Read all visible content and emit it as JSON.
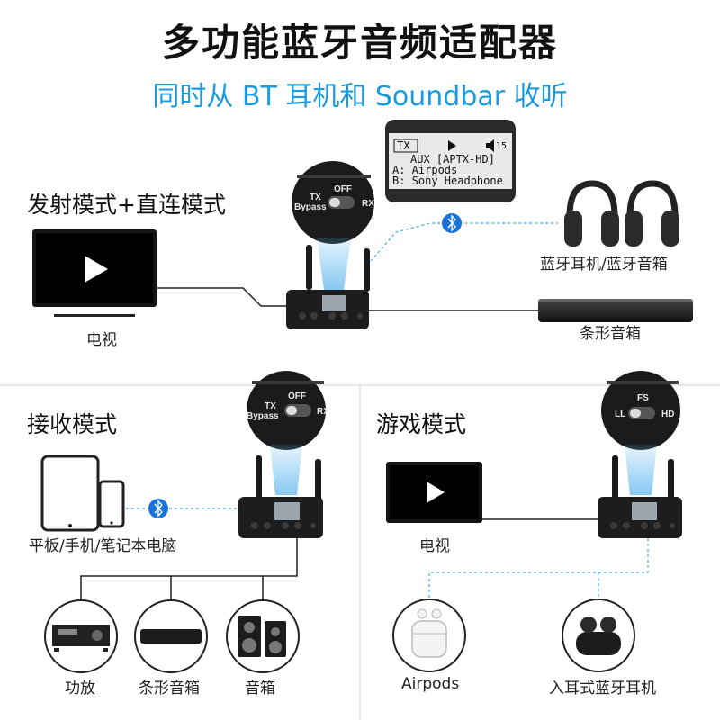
{
  "title": "多功能蓝牙音频适配器",
  "subtitle": "同时从 BT 耳机和 Soundbar 收听",
  "sections": {
    "transmit": "发射模式+直连模式",
    "receive": "接收模式",
    "game": "游戏模式"
  },
  "lcd": {
    "mode": "TX",
    "volume": "15",
    "line1": "AUX  [APTX-HD]",
    "line2": "A: Airpods",
    "line3": "B: Sony Headphone"
  },
  "switch_tx": {
    "tx": "TX",
    "bypass": "Bypass",
    "off": "OFF",
    "rx": "RX"
  },
  "switch_game": {
    "fs": "FS",
    "ll": "LL",
    "hd": "HD"
  },
  "labels": {
    "tv_top": "电视",
    "headphones": "蓝牙耳机/蓝牙音箱",
    "soundbar_top": "条形音箱",
    "devices": "平板/手机/笔记本电脑",
    "amplifier": "功放",
    "soundbar_bottom": "条形音箱",
    "speaker": "音箱",
    "tv_game": "电视",
    "airpods": "Airpods",
    "earbuds": "入耳式蓝牙耳机"
  },
  "colors": {
    "accent": "#1a9be0",
    "line": "#222222",
    "dashed": "#4aa8dc"
  }
}
